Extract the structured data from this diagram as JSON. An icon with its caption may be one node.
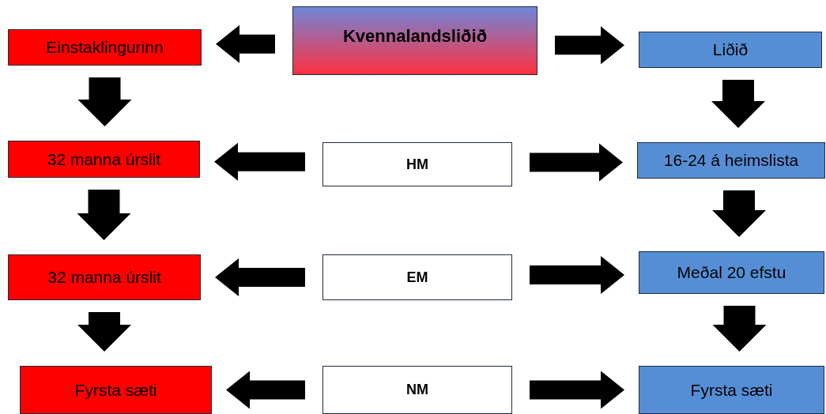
{
  "diagram": {
    "nodes": [
      {
        "text": [
          "Kvennalandsliðið"
        ]
      },
      {
        "text": [
          "Einstaklingurinn"
        ]
      },
      {
        "text": [
          "Liðið"
        ]
      },
      {
        "text": [
          "32 manna úrslit"
        ]
      },
      {
        "text": [
          "HM"
        ]
      },
      {
        "text": [
          "16-24 á heimslista"
        ]
      },
      {
        "text": [
          "32 manna úrslit"
        ]
      },
      {
        "text": [
          "EM"
        ]
      },
      {
        "text": [
          "Meðal 20 efstu"
        ]
      },
      {
        "text": [
          "Fyrsta sæti"
        ]
      },
      {
        "text": [
          "NM"
        ]
      },
      {
        "text": [
          "Fyrsta sæti"
        ]
      }
    ],
    "edges": [
      {
        "from": 0,
        "to": 1,
        "arrow": "to"
      },
      {
        "from": 0,
        "to": 2,
        "arrow": "to"
      },
      {
        "from": 1,
        "to": 3,
        "arrow": "to"
      },
      {
        "from": 2,
        "to": 5,
        "arrow": "to"
      },
      {
        "from": 4,
        "to": 3,
        "arrow": "to"
      },
      {
        "from": 4,
        "to": 5,
        "arrow": "to"
      },
      {
        "from": 3,
        "to": 6,
        "arrow": "to"
      },
      {
        "from": 5,
        "to": 8,
        "arrow": "to"
      },
      {
        "from": 7,
        "to": 6,
        "arrow": "to"
      },
      {
        "from": 7,
        "to": 8,
        "arrow": "to"
      },
      {
        "from": 6,
        "to": 9,
        "arrow": "to"
      },
      {
        "from": 8,
        "to": 11,
        "arrow": "to"
      },
      {
        "from": 10,
        "to": 9,
        "arrow": "to"
      },
      {
        "from": 10,
        "to": 11,
        "arrow": "to"
      }
    ]
  }
}
